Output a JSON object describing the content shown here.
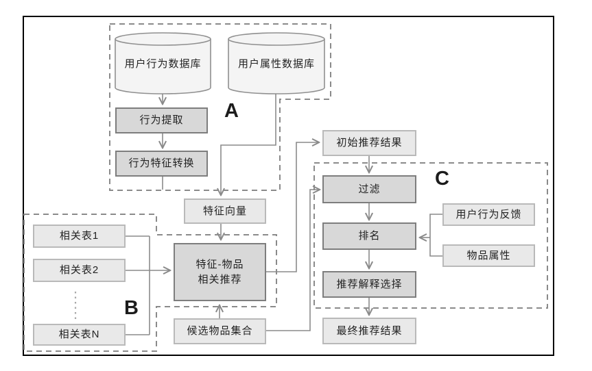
{
  "sections": {
    "a": {
      "label": "A"
    },
    "b": {
      "label": "B"
    },
    "c": {
      "label": "C"
    }
  },
  "nodes": {
    "db_user_behavior": {
      "label": "用户行为数据库"
    },
    "db_user_attribute": {
      "label": "用户属性数据库"
    },
    "behavior_extraction": {
      "label": "行为提取"
    },
    "behavior_feature_conversion": {
      "label": "行为特征转换"
    },
    "feature_vector": {
      "label": "特征向量"
    },
    "feature_item_recommendation": {
      "label": "特征-物品\n相关推荐"
    },
    "candidate_item_set": {
      "label": "候选物品集合"
    },
    "related_table_1": {
      "label": "相关表1"
    },
    "related_table_2": {
      "label": "相关表2"
    },
    "related_table_n": {
      "label": "相关表N"
    },
    "initial_recommendation_result": {
      "label": "初始推荐结果"
    },
    "filter": {
      "label": "过滤"
    },
    "ranking": {
      "label": "排名"
    },
    "recommendation_explanation_selection": {
      "label": "推荐解释选择"
    },
    "final_recommendation_result": {
      "label": "最终推荐结果"
    },
    "user_behavior_feedback": {
      "label": "用户行为反馈"
    },
    "item_attribute": {
      "label": "物品属性"
    }
  },
  "colors": {
    "frame": "#000000",
    "process_box_fill": "#d8d8d8",
    "process_box_border": "#7d7d7d",
    "data_box_fill": "#e9e9e9",
    "data_box_border": "#b9b9b9",
    "cylinder_fill": "#f4f4f4",
    "connector": "#8a8a8a",
    "dashed_outline": "#8a8a8a",
    "text": "#222222"
  }
}
